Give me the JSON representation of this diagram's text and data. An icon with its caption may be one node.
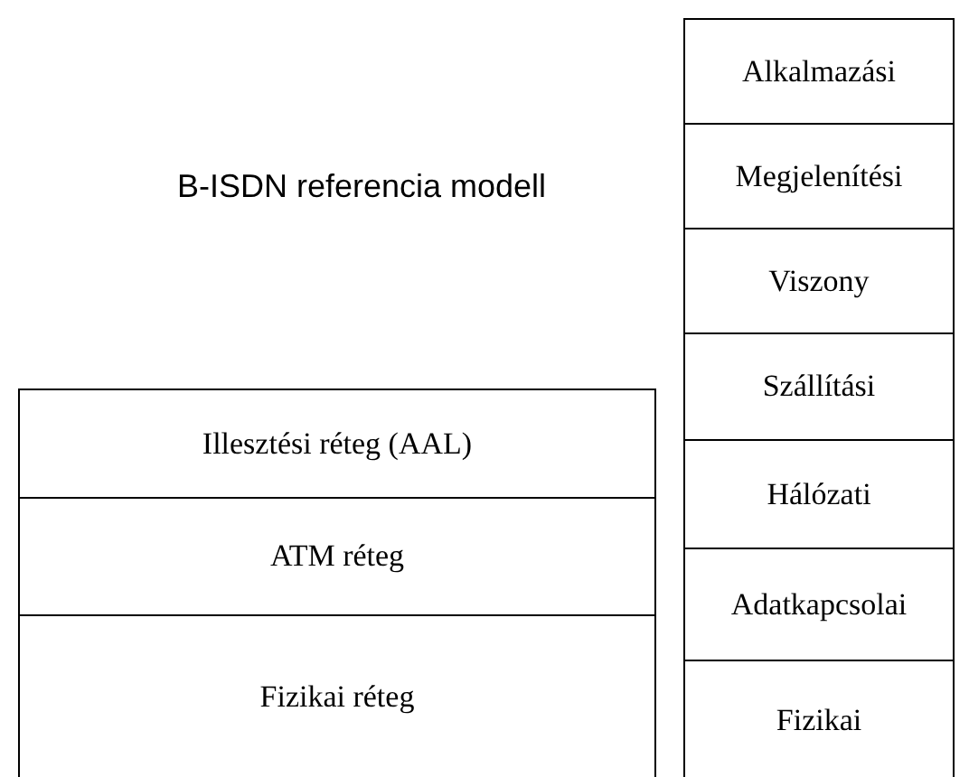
{
  "diagram": {
    "title": "B-ISDN referencia modell",
    "nodes": [
      {
        "text": [
          "Alkalmazási"
        ]
      },
      {
        "text": [
          "Megjelenítési"
        ]
      },
      {
        "text": [
          "Viszony"
        ]
      },
      {
        "text": [
          "Szállítási"
        ]
      },
      {
        "text": [
          "Hálózati"
        ]
      },
      {
        "text": [
          "Adatkapcsolai"
        ]
      },
      {
        "text": [
          "Fizikai"
        ]
      },
      {
        "text": [
          "Illesztési réteg (AAL)"
        ]
      },
      {
        "text": [
          "ATM réteg"
        ]
      },
      {
        "text": [
          "Fizikai réteg"
        ]
      }
    ]
  }
}
